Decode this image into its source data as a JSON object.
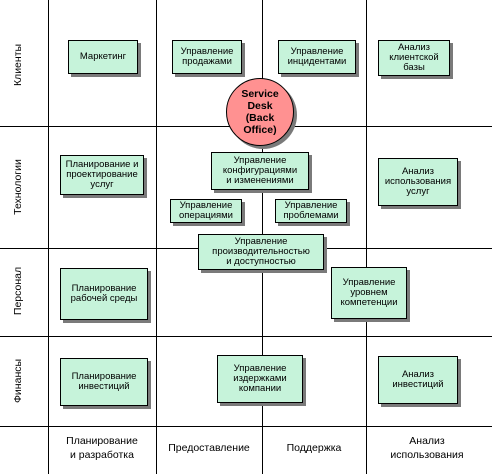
{
  "rows": [
    {
      "id": "clients",
      "label": "Клиенты"
    },
    {
      "id": "technology",
      "label": "Технологии"
    },
    {
      "id": "personnel",
      "label": "Персонал"
    },
    {
      "id": "finance",
      "label": "Финансы"
    }
  ],
  "columns": [
    {
      "id": "planning",
      "label": "Планирование\nи разработка"
    },
    {
      "id": "delivery",
      "label": "Предоставление"
    },
    {
      "id": "support",
      "label": "Поддержка"
    },
    {
      "id": "analysis",
      "label": "Анализ\nиспользования"
    }
  ],
  "center": {
    "label": "Service\nDesk\n(Back\nOffice)",
    "color": "#ff9191"
  },
  "colors": {
    "box_fill": "#c6f3da",
    "shadow": "#7a7a7a"
  },
  "boxes": [
    {
      "id": "marketing",
      "label": "Маркетинг"
    },
    {
      "id": "sales-management",
      "label": "Управление\nпродажами"
    },
    {
      "id": "incident-management",
      "label": "Управление\nинцидентами"
    },
    {
      "id": "customer-base-analysis",
      "label": "Анализ\nклиентской\nбазы"
    },
    {
      "id": "service-planning",
      "label": "Планирование и\nпроектирование\nуслуг"
    },
    {
      "id": "config-change-management",
      "label": "Управление\nконфигурациями\nи изменениями"
    },
    {
      "id": "service-usage-analysis",
      "label": "Анализ\nиспользования\nуслуг"
    },
    {
      "id": "operations-management",
      "label": "Управление\nоперациями"
    },
    {
      "id": "problem-management",
      "label": "Управление\nпроблемами"
    },
    {
      "id": "performance-availability-management",
      "label": "Управление\nпроизводительностью\nи доступностью"
    },
    {
      "id": "workplace-planning",
      "label": "Планирование\nрабочей среды"
    },
    {
      "id": "competence-management",
      "label": "Управление\nуровнем\nкомпетенции"
    },
    {
      "id": "investment-planning",
      "label": "Планирование\nинвестиций"
    },
    {
      "id": "cost-management",
      "label": "Управление\nиздержками\nкомпании"
    },
    {
      "id": "investment-analysis",
      "label": "Анализ\nинвестиций"
    }
  ]
}
